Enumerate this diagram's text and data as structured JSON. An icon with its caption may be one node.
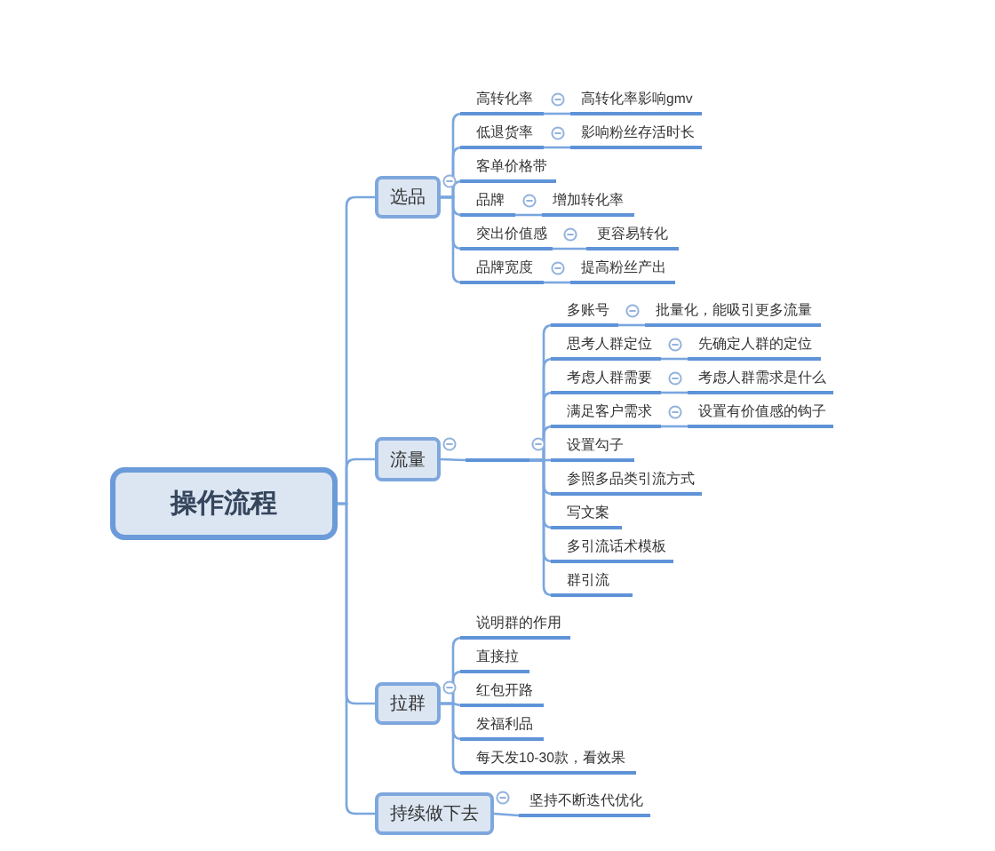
{
  "diagram": {
    "nodes": [
      {
        "text": [
          "操作流程"
        ]
      },
      {
        "text": [
          "选品"
        ]
      },
      {
        "text": [
          "高转化率"
        ]
      },
      {
        "text": [
          "高转化率影响gmv"
        ]
      },
      {
        "text": [
          "低退货率"
        ]
      },
      {
        "text": [
          "影响粉丝存活时长"
        ]
      },
      {
        "text": [
          "客单价格带"
        ]
      },
      {
        "text": [
          "品牌"
        ]
      },
      {
        "text": [
          "增加转化率"
        ]
      },
      {
        "text": [
          "突出价值感"
        ]
      },
      {
        "text": [
          "更容易转化"
        ]
      },
      {
        "text": [
          "品牌宽度"
        ]
      },
      {
        "text": [
          "提高粉丝产出"
        ]
      },
      {
        "text": [
          "流量"
        ]
      },
      {
        "text": [],
        "shape": "line"
      },
      {
        "text": [
          "多账号"
        ]
      },
      {
        "text": [
          "批量化，能吸引更多流量"
        ]
      },
      {
        "text": [
          "思考人群定位"
        ]
      },
      {
        "text": [
          "先确定人群的定位"
        ]
      },
      {
        "text": [
          "考虑人群需要"
        ]
      },
      {
        "text": [
          "考虑人群需求是什么"
        ]
      },
      {
        "text": [
          "满足客户需求"
        ]
      },
      {
        "text": [
          "设置有价值感的钩子"
        ]
      },
      {
        "text": [
          "设置勾子"
        ]
      },
      {
        "text": [
          "参照多品类引流方式"
        ]
      },
      {
        "text": [
          "写文案"
        ]
      },
      {
        "text": [
          "多引流话术模板"
        ]
      },
      {
        "text": [
          "群引流"
        ]
      },
      {
        "text": [
          "拉群"
        ]
      },
      {
        "text": [
          "说明群的作用"
        ]
      },
      {
        "text": [
          "直接拉"
        ]
      },
      {
        "text": [
          "红包开路"
        ]
      },
      {
        "text": [
          "发福利品"
        ]
      },
      {
        "text": [
          "每天发10-30款，看效果"
        ]
      },
      {
        "text": [
          "持续做下去"
        ]
      },
      {
        "text": [
          "坚持不断迭代优化"
        ]
      }
    ],
    "edges": [
      {
        "from": 0,
        "to": 1,
        "arrow": "none"
      },
      {
        "from": 0,
        "to": 13,
        "arrow": "none"
      },
      {
        "from": 0,
        "to": 28,
        "arrow": "none"
      },
      {
        "from": 0,
        "to": 34,
        "arrow": "none"
      },
      {
        "from": 1,
        "to": 2,
        "arrow": "none"
      },
      {
        "from": 2,
        "to": 3,
        "arrow": "none"
      },
      {
        "from": 1,
        "to": 4,
        "arrow": "none"
      },
      {
        "from": 4,
        "to": 5,
        "arrow": "none"
      },
      {
        "from": 1,
        "to": 6,
        "arrow": "none"
      },
      {
        "from": 1,
        "to": 7,
        "arrow": "none"
      },
      {
        "from": 7,
        "to": 8,
        "arrow": "none"
      },
      {
        "from": 1,
        "to": 9,
        "arrow": "none"
      },
      {
        "from": 9,
        "to": 10,
        "arrow": "none"
      },
      {
        "from": 1,
        "to": 11,
        "arrow": "none"
      },
      {
        "from": 11,
        "to": 12,
        "arrow": "none"
      },
      {
        "from": 13,
        "to": 14,
        "arrow": "none"
      },
      {
        "from": 14,
        "to": 15,
        "arrow": "none"
      },
      {
        "from": 15,
        "to": 16,
        "arrow": "none"
      },
      {
        "from": 14,
        "to": 17,
        "arrow": "none"
      },
      {
        "from": 17,
        "to": 18,
        "arrow": "none"
      },
      {
        "from": 14,
        "to": 19,
        "arrow": "none"
      },
      {
        "from": 19,
        "to": 20,
        "arrow": "none"
      },
      {
        "from": 14,
        "to": 21,
        "arrow": "none"
      },
      {
        "from": 21,
        "to": 22,
        "arrow": "none"
      },
      {
        "from": 14,
        "to": 23,
        "arrow": "none"
      },
      {
        "from": 14,
        "to": 24,
        "arrow": "none"
      },
      {
        "from": 14,
        "to": 25,
        "arrow": "none"
      },
      {
        "from": 14,
        "to": 26,
        "arrow": "none"
      },
      {
        "from": 14,
        "to": 27,
        "arrow": "none"
      },
      {
        "from": 28,
        "to": 29,
        "arrow": "none"
      },
      {
        "from": 28,
        "to": 30,
        "arrow": "none"
      },
      {
        "from": 28,
        "to": 31,
        "arrow": "none"
      },
      {
        "from": 28,
        "to": 32,
        "arrow": "none"
      },
      {
        "from": 28,
        "to": 33,
        "arrow": "none"
      },
      {
        "from": 34,
        "to": 35,
        "arrow": "none"
      }
    ]
  }
}
